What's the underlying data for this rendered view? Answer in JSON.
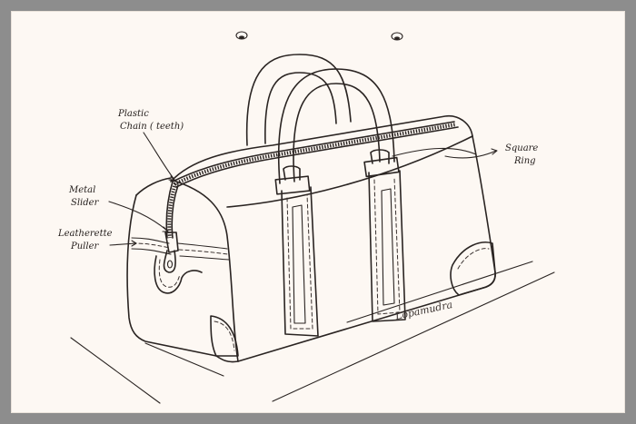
{
  "labels": {
    "plastic_chain_line1": "Plastic",
    "plastic_chain_line2": "Chain ( teeth)",
    "square_ring_line1": "Square",
    "square_ring_line2": "Ring",
    "metal_slider_line1": "Metal",
    "metal_slider_line2": "Slider",
    "leather_puller_line1": "Leatherette",
    "leather_puller_line2": "Puller"
  },
  "signature": "Lopamudra",
  "colors": {
    "frame": "#8d8d8d",
    "paper": "#fdf8f3",
    "ink": "#2a2422"
  }
}
